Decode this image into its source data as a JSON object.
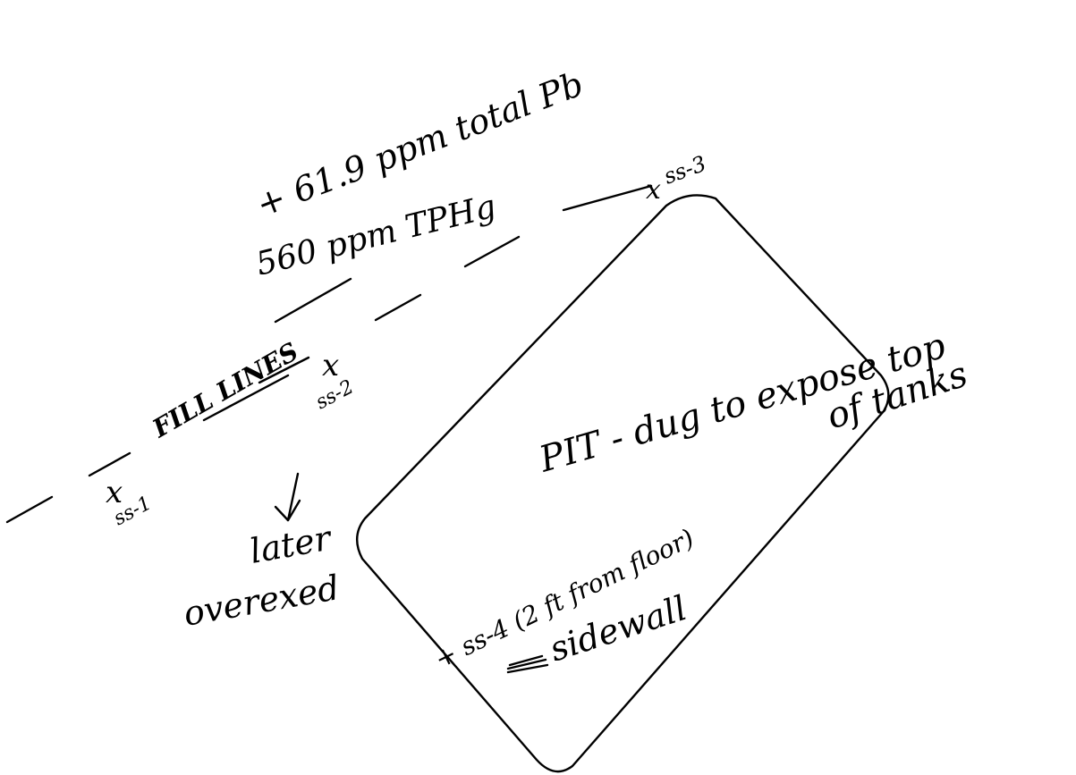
{
  "annotations": {
    "lead_total": "+ 61.9 ppm total Pb",
    "tphg": "560 ppm TPHg",
    "fill_lines": "FILL LINES",
    "ss1": "ss-1",
    "ss2": "ss-2",
    "ss3": "ss-3",
    "ss4": "+ ss-4 (2 ft from floor)",
    "sidewall": "sidewall",
    "pit_line1": "PIT - dug to expose top",
    "pit_line2": "of tanks",
    "later_line1": "later",
    "later_line2": "overexed"
  }
}
